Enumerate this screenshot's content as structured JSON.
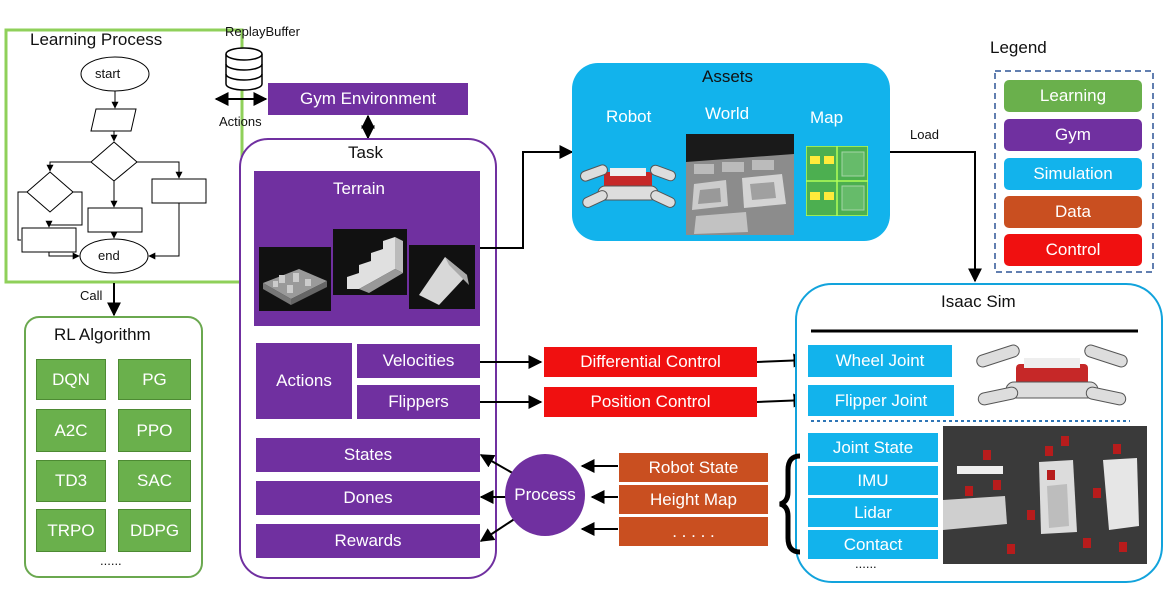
{
  "learning": {
    "title": "Learning Process",
    "start": "start",
    "end": "end",
    "call": "Call",
    "actions": "Actions",
    "replay": "ReplayBuffer"
  },
  "rl": {
    "title": "RL Algorithm",
    "algos": [
      "DQN",
      "PG",
      "A2C",
      "PPO",
      "TD3",
      "SAC",
      "TRPO",
      "DDPG"
    ],
    "more": "......"
  },
  "gym": {
    "label": "Gym Environment"
  },
  "task": {
    "title": "Task",
    "terrain": "Terrain",
    "actions": "Actions",
    "velocities": "Velocities",
    "flippers": "Flippers",
    "states": "States",
    "dones": "Dones",
    "rewards": "Rewards"
  },
  "process": {
    "label": "Process"
  },
  "data": {
    "robot_state": "Robot State",
    "height_map": "Height Map",
    "dots": ". . . . ."
  },
  "control": {
    "differential": "Differential Control",
    "position": "Position Control"
  },
  "assets": {
    "title": "Assets",
    "robot": "Robot",
    "world": "World",
    "map": "Map",
    "load": "Load"
  },
  "isaac": {
    "title": "Isaac Sim",
    "wheel": "Wheel Joint",
    "flipper": "Flipper Joint",
    "joint_state": "Joint State",
    "imu": "IMU",
    "lidar": "Lidar",
    "contact": "Contact",
    "more": "......"
  },
  "legend": {
    "title": "Legend",
    "items": [
      "Learning",
      "Gym",
      "Simulation",
      "Data",
      "Control"
    ]
  },
  "colors": {
    "learning": "#6ab04c",
    "gym": "#7030a0",
    "simulation": "#12b3ec",
    "data": "#c94f20",
    "control": "#f01010"
  }
}
